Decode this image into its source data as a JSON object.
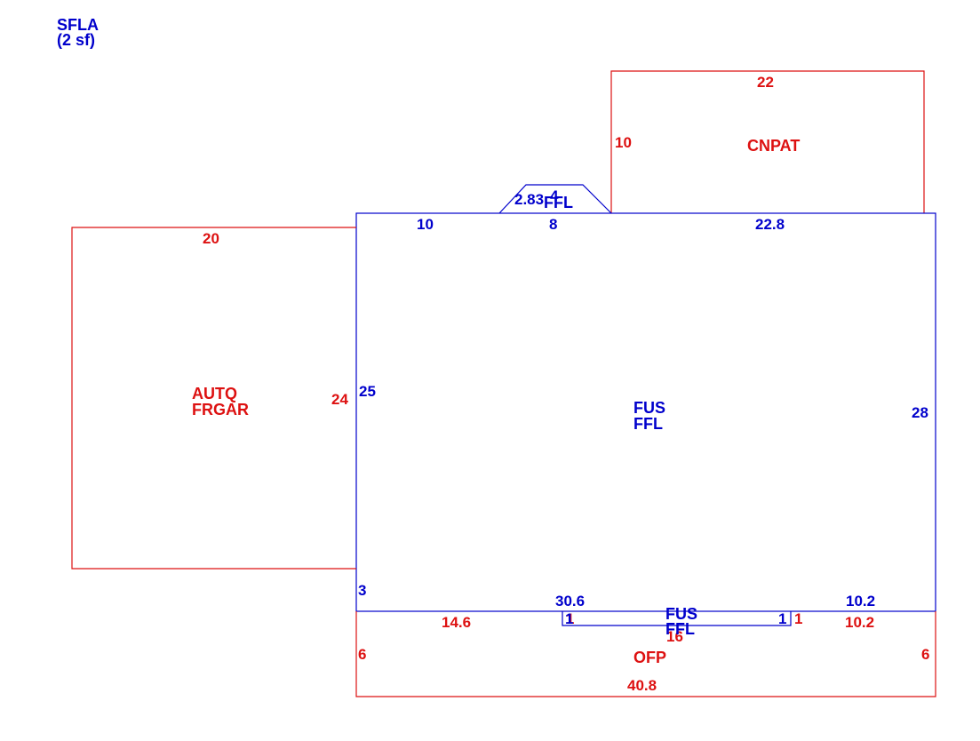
{
  "legend": {
    "title": "SFLA",
    "area": "(2 sf)"
  },
  "colors": {
    "main": "#0000cc",
    "secondary": "#dd1111"
  },
  "areas": {
    "cnpat": {
      "label": "CNPAT",
      "dims": {
        "top": "22",
        "left": "10"
      }
    },
    "bay": {
      "label": "FFL",
      "dims": {
        "slant": "2.83",
        "top": "4",
        "base": "8"
      }
    },
    "main": {
      "label1": "FUS",
      "label2": "FFL",
      "dims": {
        "top_left": "10",
        "top_right": "22.8",
        "left": "25",
        "right": "28",
        "bottom_step": "3",
        "bottom_left": "30.6",
        "bottom_right": "10.2"
      }
    },
    "garage": {
      "label1": "AUTQ",
      "label2": "FRGAR",
      "dims": {
        "top": "20",
        "right": "24"
      }
    },
    "inner": {
      "label1": "FUS",
      "label2": "FFL",
      "dims": {
        "left": "1",
        "right": "1",
        "bottom": "16"
      }
    },
    "ofp": {
      "label": "OFP",
      "dims": {
        "top_left": "14.6",
        "top_right": "10.2",
        "left": "6",
        "right": "6",
        "bottom": "40.8",
        "inner_left": "1",
        "inner_right": "1"
      }
    }
  }
}
